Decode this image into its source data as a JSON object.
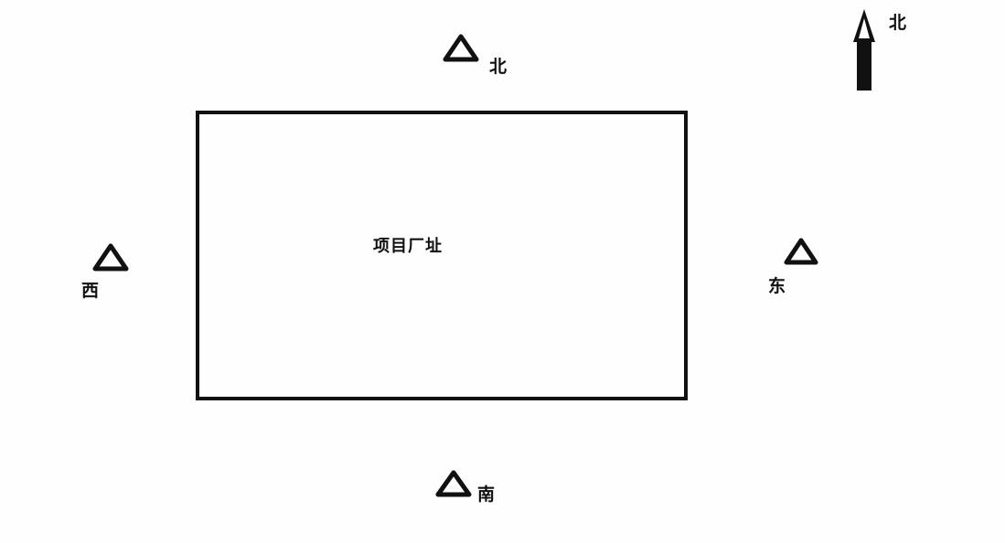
{
  "site": {
    "label": "项目厂址"
  },
  "markers": {
    "north": "北",
    "south": "南",
    "west": "西",
    "east": "东"
  },
  "compass": {
    "label": "北",
    "icon": "north-arrow-icon"
  },
  "colors": {
    "ink": "#111111",
    "background": "#fefefe"
  }
}
